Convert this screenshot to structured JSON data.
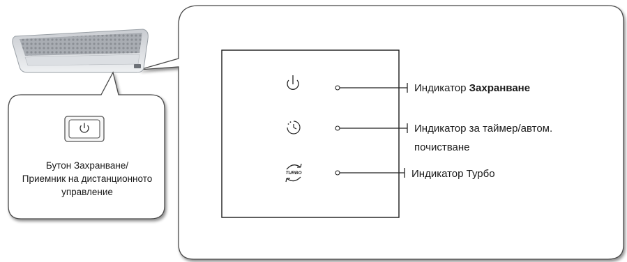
{
  "callout": {
    "button_label_line1": "Бутон Захранване/",
    "button_label_line2": "Приемник на дистанционното",
    "button_label_line3": "управление"
  },
  "indicators": [
    {
      "label_prefix": "Индикатор ",
      "label_bold": "Захранване",
      "icon": "power-icon"
    },
    {
      "label_line1": "Индикатор за таймер/автом.",
      "label_line2": "почистване",
      "icon": "timer-clock-icon"
    },
    {
      "label": "Индикатор Турбо",
      "icon": "turbo-icon",
      "icon_text": "TURBO"
    }
  ]
}
